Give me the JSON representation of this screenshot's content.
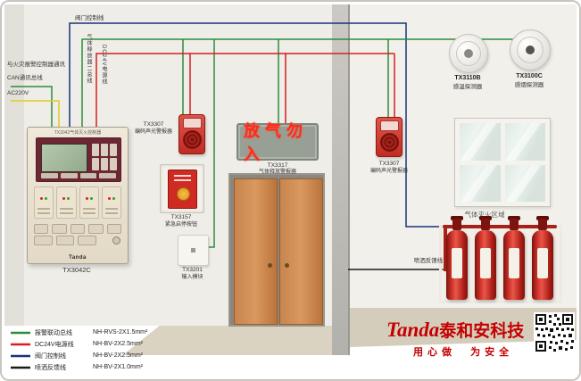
{
  "scene": {
    "left_labels": {
      "comm": "与火灾报警控制器通讯",
      "can_bus": "CAN通讯总线",
      "ac_power": "AC220V"
    },
    "top_labels": {
      "valve_line": "阀门控制线",
      "gas_release_bus": "气体释放器二总线",
      "dc24v_line": "DC24V电源线"
    }
  },
  "panel": {
    "header": "TX3042气体灭火控制器",
    "brand": "Tanda",
    "model": "TX3042C"
  },
  "devices": {
    "alarm_left_model": "TX3307",
    "alarm_left_name": "编码声光警报器",
    "manual_model": "TX3157",
    "manual_name": "紧急启停按钮",
    "module_model": "TX3201",
    "module_name": "输入模块",
    "sign_text": "放气勿入",
    "sign_model": "TX3317",
    "sign_name": "气体释放警报器",
    "alarm_right_model": "TX3307",
    "alarm_right_name": "编码声光警报器",
    "heat_model": "TX3110B",
    "heat_name": "感温探测器",
    "smoke_model": "TX3100C",
    "smoke_name": "感烟探测器"
  },
  "zone": {
    "area": "气体灭火区域",
    "feedback": "喷洒反馈线"
  },
  "legend": {
    "items": [
      {
        "label": "报警联动总线",
        "spec": "NH-RVS-2X1.5mm²",
        "color": "#2e8b3a"
      },
      {
        "label": "DC24V电源线",
        "spec": "NH-BV-2X2.5mm²",
        "color": "#d42020"
      },
      {
        "label": "阀门控制线",
        "spec": "NH-BV-2X2.5mm²",
        "color": "#16337a"
      },
      {
        "label": "喷洒反馈线",
        "spec": "NH-BV-2X1.0mm²",
        "color": "#1b1b1b"
      }
    ]
  },
  "brand": {
    "logo_en": "Tanda",
    "logo_cn": "泰和安科技",
    "slogan": "用心做  为安全"
  },
  "colors": {
    "bus_green": "#2e8b3a",
    "power_red": "#d42020",
    "valve_blue": "#16337a",
    "feedback_black": "#1b1b1b",
    "ac_yellow": "#e0cd1e",
    "brand_red": "#c40000"
  }
}
